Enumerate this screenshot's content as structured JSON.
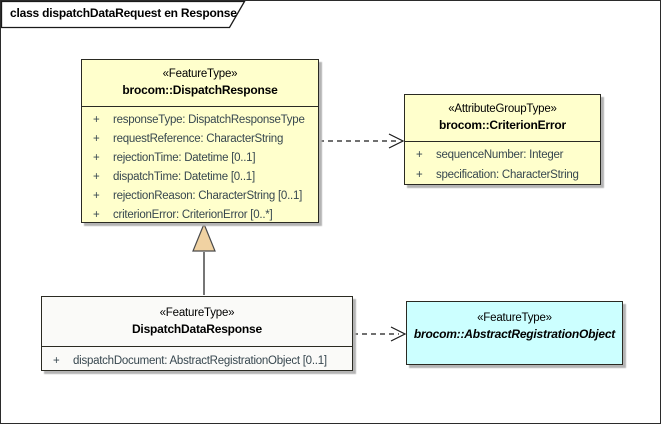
{
  "frame": {
    "title": "class dispatchDataRequest en Response"
  },
  "classes": [
    {
      "id": "dispatch-response",
      "stereotype": "«FeatureType»",
      "name": "brocom::DispatchResponse",
      "fill": "#ffffcc",
      "attributes": [
        {
          "vis": "+",
          "text": "responseType: DispatchResponseType"
        },
        {
          "vis": "+",
          "text": "requestReference: CharacterString"
        },
        {
          "vis": "+",
          "text": "rejectionTime: Datetime [0..1]"
        },
        {
          "vis": "+",
          "text": "dispatchTime: Datetime [0..1]"
        },
        {
          "vis": "+",
          "text": "rejectionReason: CharacterString [0..1]"
        },
        {
          "vis": "+",
          "text": "criterionError: CriterionError [0..*]"
        }
      ]
    },
    {
      "id": "criterion-error",
      "stereotype": "«AttributeGroupType»",
      "name": "brocom::CriterionError",
      "fill": "#ffffcc",
      "attributes": [
        {
          "vis": "+",
          "text": "sequenceNumber: Integer"
        },
        {
          "vis": "+",
          "text": "specification: CharacterString"
        }
      ]
    },
    {
      "id": "dispatch-data-response",
      "stereotype": "«FeatureType»",
      "name": "DispatchDataResponse",
      "fill": "#fafaf8",
      "attributes": [
        {
          "vis": "+",
          "text": "dispatchDocument: AbstractRegistrationObject [0..1]"
        }
      ]
    },
    {
      "id": "abstract-registration-object",
      "stereotype": "«FeatureType»",
      "name": "brocom::AbstractRegistrationObject",
      "fill": "#ccffff",
      "attributes": []
    }
  ],
  "relations": [
    {
      "type": "dependency",
      "from": "brocom::DispatchResponse",
      "to": "brocom::CriterionError",
      "line": "dashed",
      "arrowhead": "open"
    },
    {
      "type": "generalization",
      "from": "DispatchDataResponse",
      "to": "brocom::DispatchResponse",
      "line": "solid",
      "arrowhead": "closed-triangle"
    },
    {
      "type": "dependency",
      "from": "DispatchDataResponse",
      "to": "brocom::AbstractRegistrationObject",
      "line": "dashed",
      "arrowhead": "open"
    }
  ],
  "colors": {
    "class_fill_yellow": "#ffffcc",
    "class_fill_cyan": "#ccffff",
    "class_fill_gray": "#fafaf8",
    "border": "#2a2a22",
    "attribute_text": "#37474f",
    "shadow": "#b4b4b4",
    "triangle_fill": "#f0d2a2",
    "background": "#ffffff"
  }
}
